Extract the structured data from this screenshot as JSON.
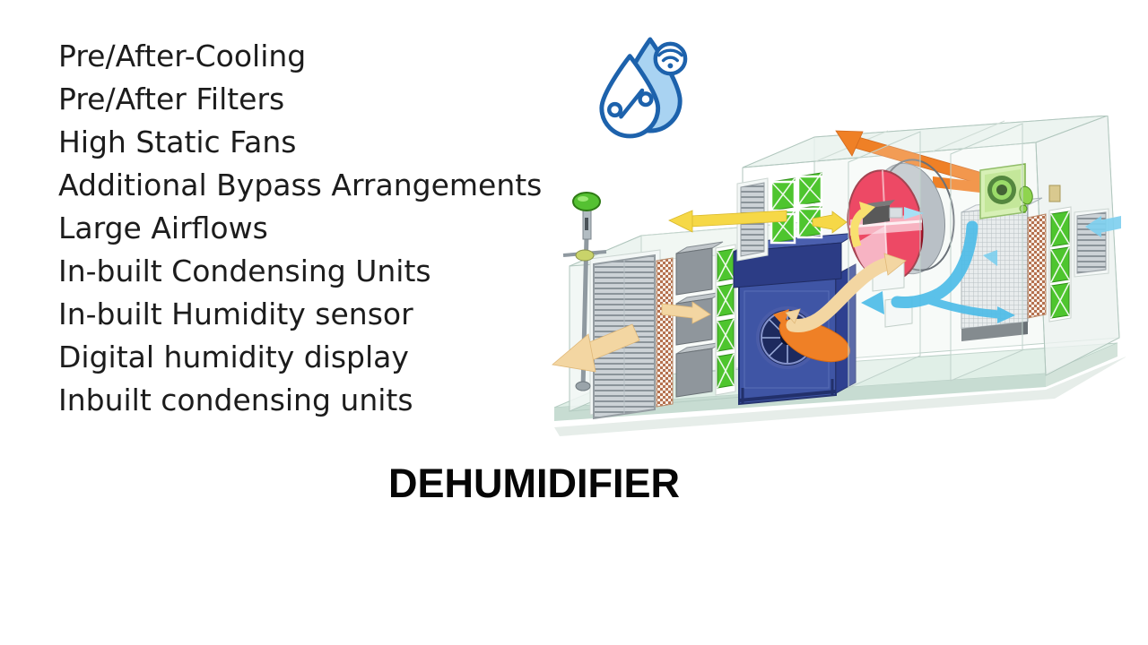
{
  "title": {
    "text": "DEHUMIDIFIER"
  },
  "features": {
    "items": [
      "Pre/After-Cooling",
      "Pre/After Filters",
      "High Static Fans",
      "Additional Bypass Arrangements",
      "Large Airflows",
      "In-built Condensing Units",
      "In-built Humidity sensor",
      "Digital humidity display",
      "Inbuilt condensing units"
    ]
  },
  "icon": {
    "name": "humidity-drop-percent-wifi",
    "accent_blue": "#1d62ac",
    "light_blue": "#a9d3f2"
  },
  "illustration": {
    "name": "dehumidifier-air-handling-unit-cutaway",
    "accent_red": "#e8173a",
    "accent_orange": "#ef8026",
    "accent_cyan": "#4ebde8",
    "accent_green": "#4ec52e",
    "accent_navy": "#3f55a5"
  }
}
